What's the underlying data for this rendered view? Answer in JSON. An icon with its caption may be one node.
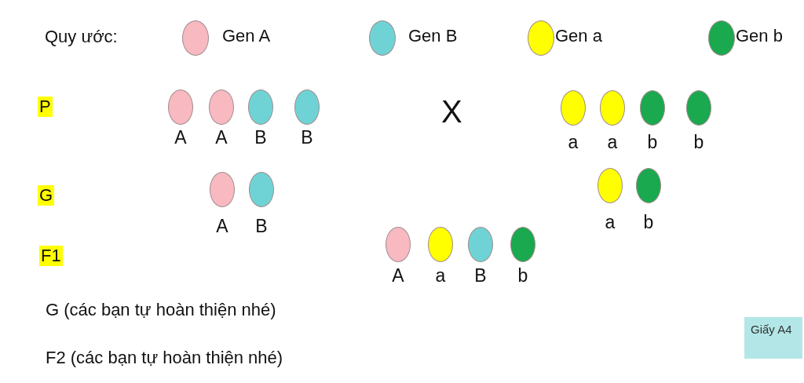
{
  "diagram": {
    "nodes": [
      {
        "text": [
          "Giấy A4"
        ]
      }
    ],
    "labels": [
      "Quy ước:",
      "P",
      "A",
      "A",
      "B",
      "B",
      "X",
      "a",
      "a",
      "b",
      "b",
      "G",
      "A",
      "B",
      "a",
      "b",
      "F1",
      "A",
      "a",
      "B",
      "b",
      "G (các bạn tự hoàn thiện nhé)",
      "F2 (các bạn tự hoàn thiện nhé)"
    ],
    "legend": [
      {
        "text": "Gen A",
        "color": "#f9b9c1"
      },
      {
        "text": "Gen B",
        "color": "#6fd3d6"
      },
      {
        "text": "Gen a",
        "color": "#ffff00"
      },
      {
        "text": "Gen b",
        "color": "#1aa94e"
      }
    ]
  }
}
